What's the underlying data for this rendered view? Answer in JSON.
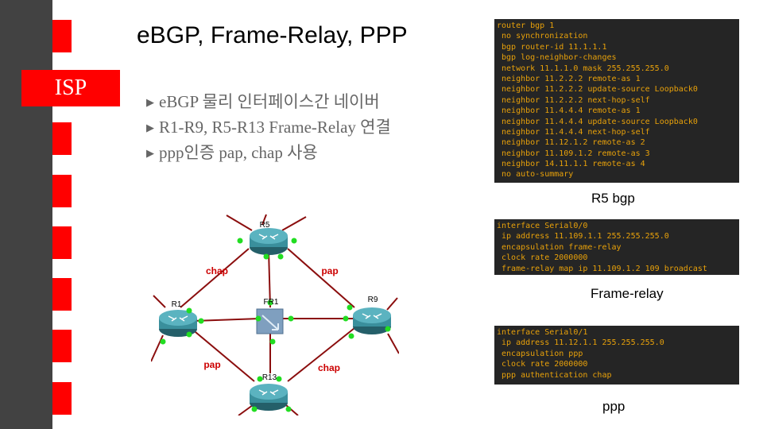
{
  "slide": {
    "title": "eBGP, Frame-Relay, PPP",
    "section_tab": "ISP",
    "bullets": [
      "eBGP 물리 인터페이스간  네이버",
      "R1-R9, R5-R13 Frame-Relay 연결",
      "ppp인증 pap, chap 사용"
    ],
    "bullet_marker": "▶"
  },
  "topology": {
    "routers": [
      "R5",
      "R1",
      "R9",
      "R13"
    ],
    "switch_label": "FR1",
    "link_labels": {
      "r1_r5": "chap",
      "r5_r9": "pap",
      "r1_r13": "pap",
      "r9_r13": "chap"
    }
  },
  "configs": {
    "bgp": {
      "caption": "R5 bgp",
      "lines": [
        "router bgp 1",
        " no synchronization",
        " bgp router-id 11.1.1.1",
        " bgp log-neighbor-changes",
        " network 11.1.1.0 mask 255.255.255.0",
        " neighbor 11.2.2.2 remote-as 1",
        " neighbor 11.2.2.2 update-source Loopback0",
        " neighbor 11.2.2.2 next-hop-self",
        " neighbor 11.4.4.4 remote-as 1",
        " neighbor 11.4.4.4 update-source Loopback0",
        " neighbor 11.4.4.4 next-hop-self",
        " neighbor 11.12.1.2 remote-as 2",
        " neighbor 11.109.1.2 remote-as 3",
        " neighbor 14.11.1.1 remote-as 4",
        " no auto-summary"
      ]
    },
    "frame_relay": {
      "caption": "Frame-relay",
      "lines": [
        "interface Serial0/0",
        " ip address 11.109.1.1 255.255.255.0",
        " encapsulation frame-relay",
        " clock rate 2000000",
        " frame-relay map ip 11.109.1.2 109 broadcast"
      ]
    },
    "ppp": {
      "caption": "ppp",
      "lines": [
        "interface Serial0/1",
        " ip address 11.12.1.1 255.255.255.0",
        " encapsulation ppp",
        " clock rate 2000000",
        " ppp authentication chap"
      ]
    }
  },
  "colors": {
    "accent_red": "#ff0000",
    "sidebar": "#424242",
    "code_bg": "#252525",
    "code_text": "#e8a10a",
    "link": "#8b0e0e",
    "port_dot": "#22dd22",
    "router": "#3a8f9c",
    "label_red": "#cc0000"
  }
}
